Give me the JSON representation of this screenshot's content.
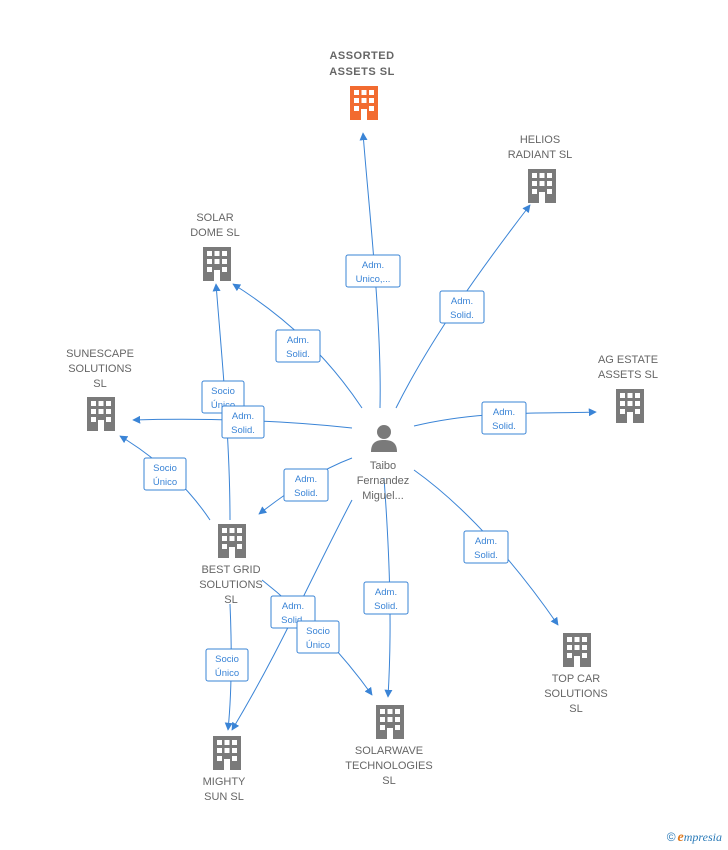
{
  "colors": {
    "edge": "#3a84d6",
    "building": "#7a7a7a",
    "building_main": "#f26b30",
    "label": "#666666"
  },
  "person": {
    "lines": [
      "Taibo",
      "Fernandez",
      "Miguel..."
    ],
    "icon": "person-icon"
  },
  "companies": [
    {
      "id": "assorted",
      "lines": [
        "ASSORTED",
        "ASSETS SL"
      ],
      "main": true
    },
    {
      "id": "helios",
      "lines": [
        "HELIOS",
        "RADIANT SL"
      ]
    },
    {
      "id": "solardome",
      "lines": [
        "SOLAR",
        "DOME SL"
      ]
    },
    {
      "id": "sunescape",
      "lines": [
        "SUNESCAPE",
        "SOLUTIONS",
        "SL"
      ]
    },
    {
      "id": "agestate",
      "lines": [
        "AG ESTATE",
        "ASSETS SL"
      ]
    },
    {
      "id": "bestgrid",
      "lines": [
        "BEST GRID",
        "SOLUTIONS",
        "SL"
      ]
    },
    {
      "id": "topcar",
      "lines": [
        "TOP CAR",
        "SOLUTIONS",
        "SL"
      ]
    },
    {
      "id": "solarwave",
      "lines": [
        "SOLARWAVE",
        "TECHNOLOGIES",
        "SL"
      ]
    },
    {
      "id": "mighty",
      "lines": [
        "MIGHTY",
        "SUN SL"
      ]
    }
  ],
  "edges": [
    {
      "id": "e-assorted",
      "lines": [
        "Adm.",
        "Unico,..."
      ]
    },
    {
      "id": "e-helios",
      "lines": [
        "Adm.",
        "Solid."
      ]
    },
    {
      "id": "e-solardome",
      "lines": [
        "Adm.",
        "Solid."
      ]
    },
    {
      "id": "e-sunescape",
      "lines": [
        "Adm.",
        "Solid."
      ]
    },
    {
      "id": "e-agestate",
      "lines": [
        "Adm.",
        "Solid."
      ]
    },
    {
      "id": "e-bestgrid",
      "lines": [
        "Adm.",
        "Solid."
      ]
    },
    {
      "id": "e-topcar",
      "lines": [
        "Adm.",
        "Solid."
      ]
    },
    {
      "id": "e-solarwave",
      "lines": [
        "Adm.",
        "Solid."
      ]
    },
    {
      "id": "e-mighty",
      "lines": [
        "Adm.",
        "Solid."
      ]
    },
    {
      "id": "e-bg-solardome",
      "lines": [
        "Socio",
        "Único"
      ]
    },
    {
      "id": "e-bg-sunescape",
      "lines": [
        "Socio",
        "Único"
      ]
    },
    {
      "id": "e-bg-mighty",
      "lines": [
        "Socio",
        "Único"
      ]
    },
    {
      "id": "e-bg-solarwave",
      "lines": [
        "Socio",
        "Único"
      ]
    }
  ],
  "footer": {
    "symbol": "©",
    "brand_initial": "e",
    "brand_rest": "mpresia"
  }
}
